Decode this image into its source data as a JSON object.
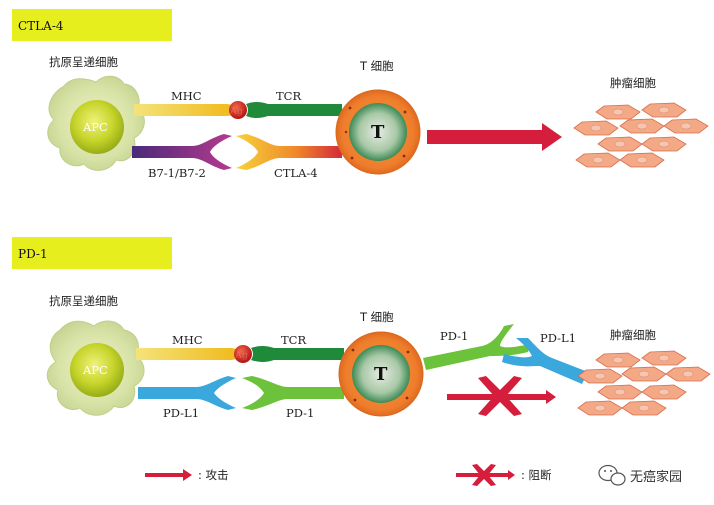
{
  "sections": {
    "ctla4": {
      "header": "CTLA-4",
      "apc_title": "抗原呈递细胞",
      "apc_label": "APC",
      "mhc": "MHC",
      "ag": "Ag",
      "tcr": "TCR",
      "b7": "B7-1/B7-2",
      "ctla4": "CTLA-4",
      "tcell_title": "T 细胞",
      "tcell_label": "T",
      "tumor_title": "肿瘤细胞"
    },
    "pd1": {
      "header": "PD-1",
      "apc_title": "抗原呈递细胞",
      "apc_label": "APC",
      "mhc": "MHC",
      "ag": "Ag",
      "tcr": "TCR",
      "pdl1_left": "PD-L1",
      "pd1_left": "PD-1",
      "tcell_title": "T 细胞",
      "tcell_label": "T",
      "pd1_right": "PD-1",
      "pdl1_right": "PD-L1",
      "tumor_title": "肿瘤细胞"
    }
  },
  "legend": {
    "attack": ": 攻击",
    "block": ": 阻断"
  },
  "watermark": "无癌家园",
  "colors": {
    "header_bg": "#e6ee1e",
    "attack_arrow": "#d41e3c",
    "tcr_green": "#1f8a3a",
    "mhc_yellow": "#f2c81a",
    "pd1_green": "#6cc23a",
    "pdl1_blue": "#3aa8dc",
    "tcell_orange": "#f07a2a",
    "tumor_pink": "#f2a07e"
  },
  "icons": [
    "wechat-logo-icon",
    "attack-arrow-icon",
    "block-cross-icon"
  ]
}
